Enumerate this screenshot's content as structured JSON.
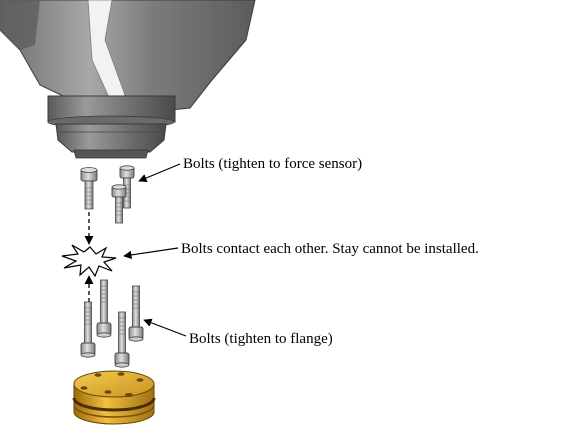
{
  "labels": {
    "bolts_force_sensor": "Bolts (tighten to force sensor)",
    "bolts_contact": "Bolts contact each other. Stay cannot be installed.",
    "bolts_flange": "Bolts (tighten to flange)"
  },
  "icons": {
    "robot_wrist": "robot-wrist-icon",
    "bolt": "bolt-icon",
    "collision": "collision-burst-icon",
    "flange": "flange-disc-icon"
  },
  "colors": {
    "gold": "#d9a520",
    "gold_dark": "#8a5a08",
    "arm_gray": "#8c8c8c",
    "bolt_gray": "#b4b4b4"
  }
}
